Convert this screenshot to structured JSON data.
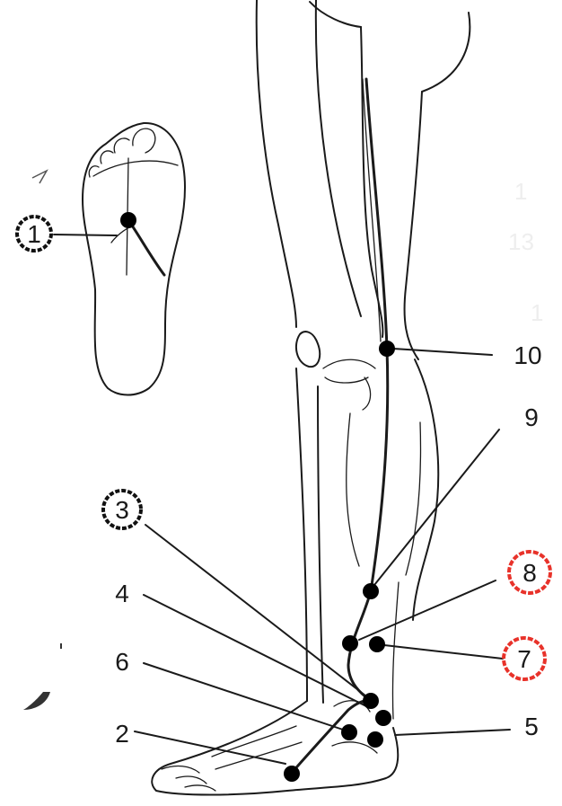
{
  "colors": {
    "ink": "#1a1a1a",
    "point_fill": "#000000",
    "circle_black": "#111111",
    "circle_red": "#e8322a",
    "ghost_text": "#eeeeee"
  },
  "labels": {
    "l1": "1",
    "l2": "2",
    "l3": "3",
    "l4": "4",
    "l5": "5",
    "l6": "6",
    "l7": "7",
    "l8": "8",
    "l9": "9",
    "l10": "10"
  },
  "faint_text": {
    "t1": "1",
    "t13": "13",
    "t1b": "1"
  }
}
